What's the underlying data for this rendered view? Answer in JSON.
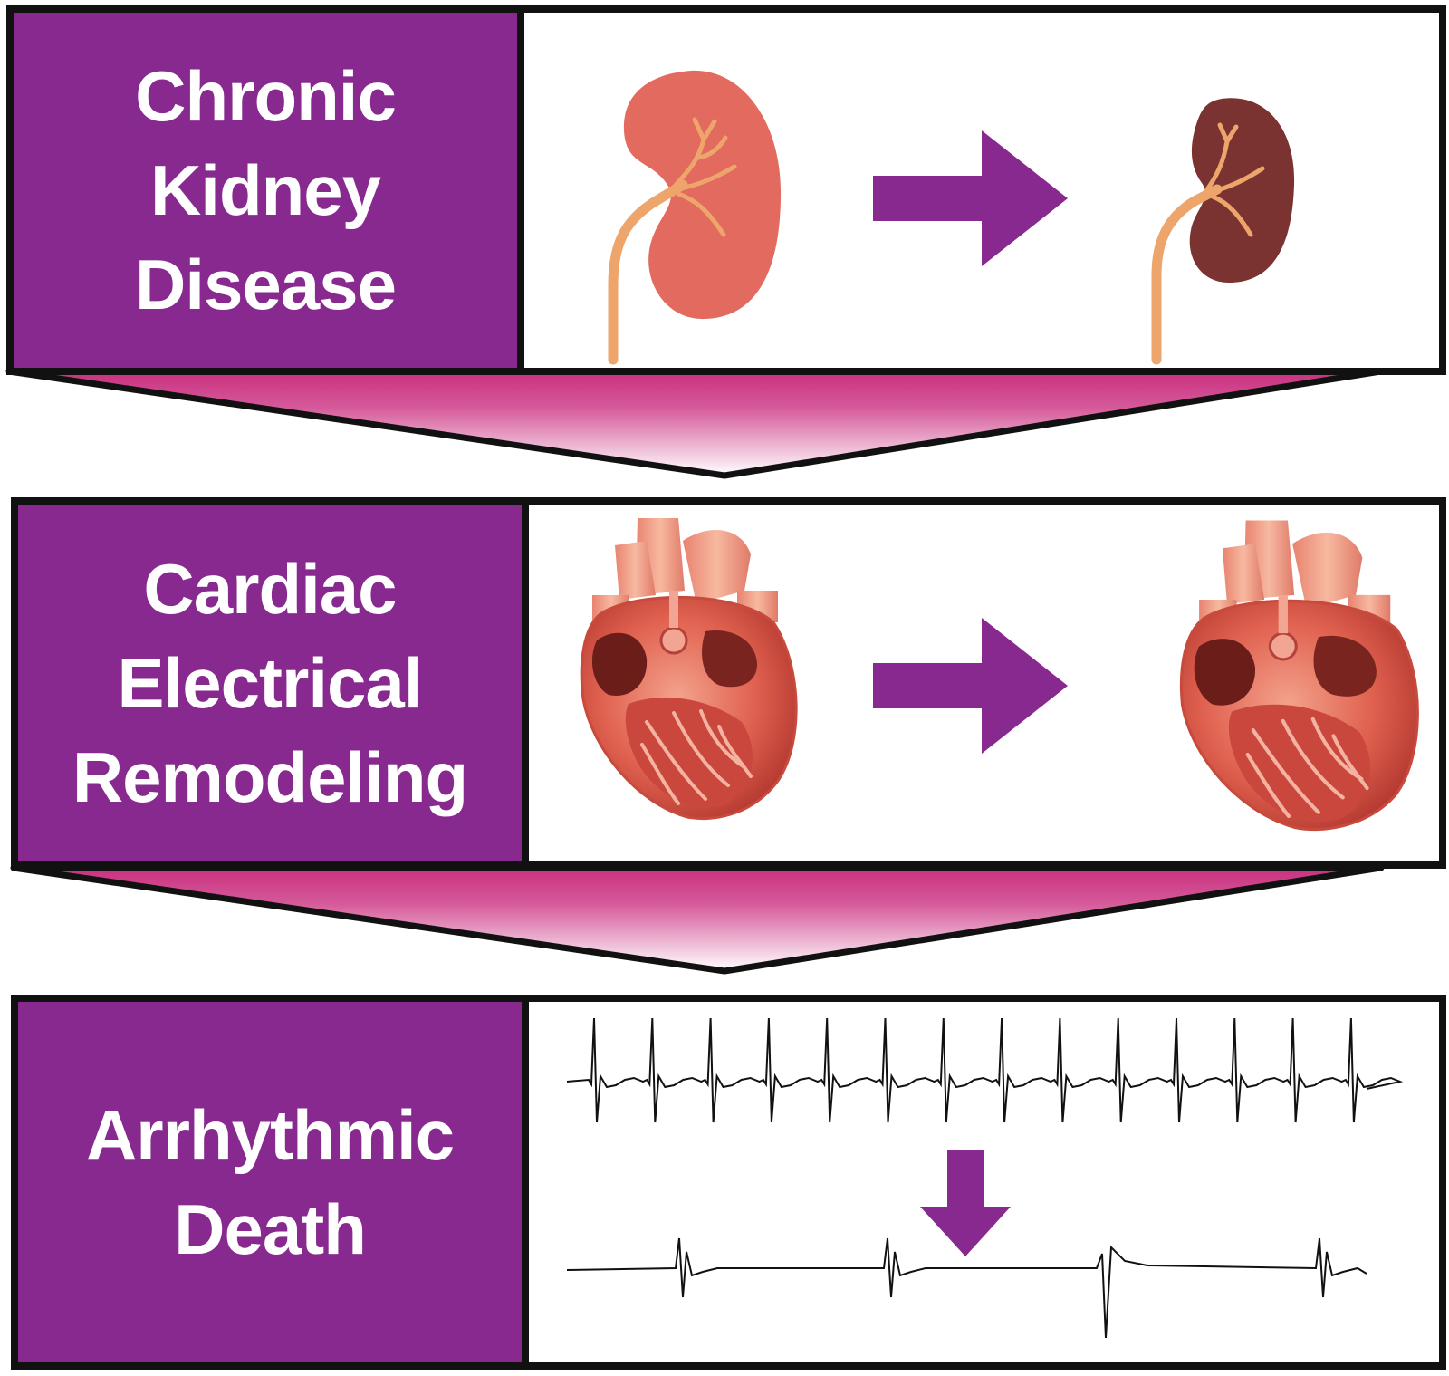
{
  "stages": [
    {
      "lines": [
        "Chronic",
        "Kidney",
        "Disease"
      ]
    },
    {
      "lines": [
        "Cardiac",
        "Electrical",
        "Remodeling"
      ]
    },
    {
      "lines": [
        "Arrhythmic",
        "Death"
      ]
    }
  ],
  "colors": {
    "label_bg": "#87298e",
    "arrow": "#87298e",
    "border": "#111111",
    "kidney_healthy": "#e26a5e",
    "kidney_diseased": "#7a3331",
    "ureter": "#eda56b",
    "funnel_top": "#c9307e",
    "funnel_bottom": "#ffffff"
  },
  "icons": {
    "healthy_kidney": "kidney-icon",
    "diseased_kidney": "kidney-icon",
    "heart": "heart-anatomy-icon",
    "ecg_normal": "ecg-trace-icon",
    "ecg_abnormal": "ecg-trace-icon"
  }
}
